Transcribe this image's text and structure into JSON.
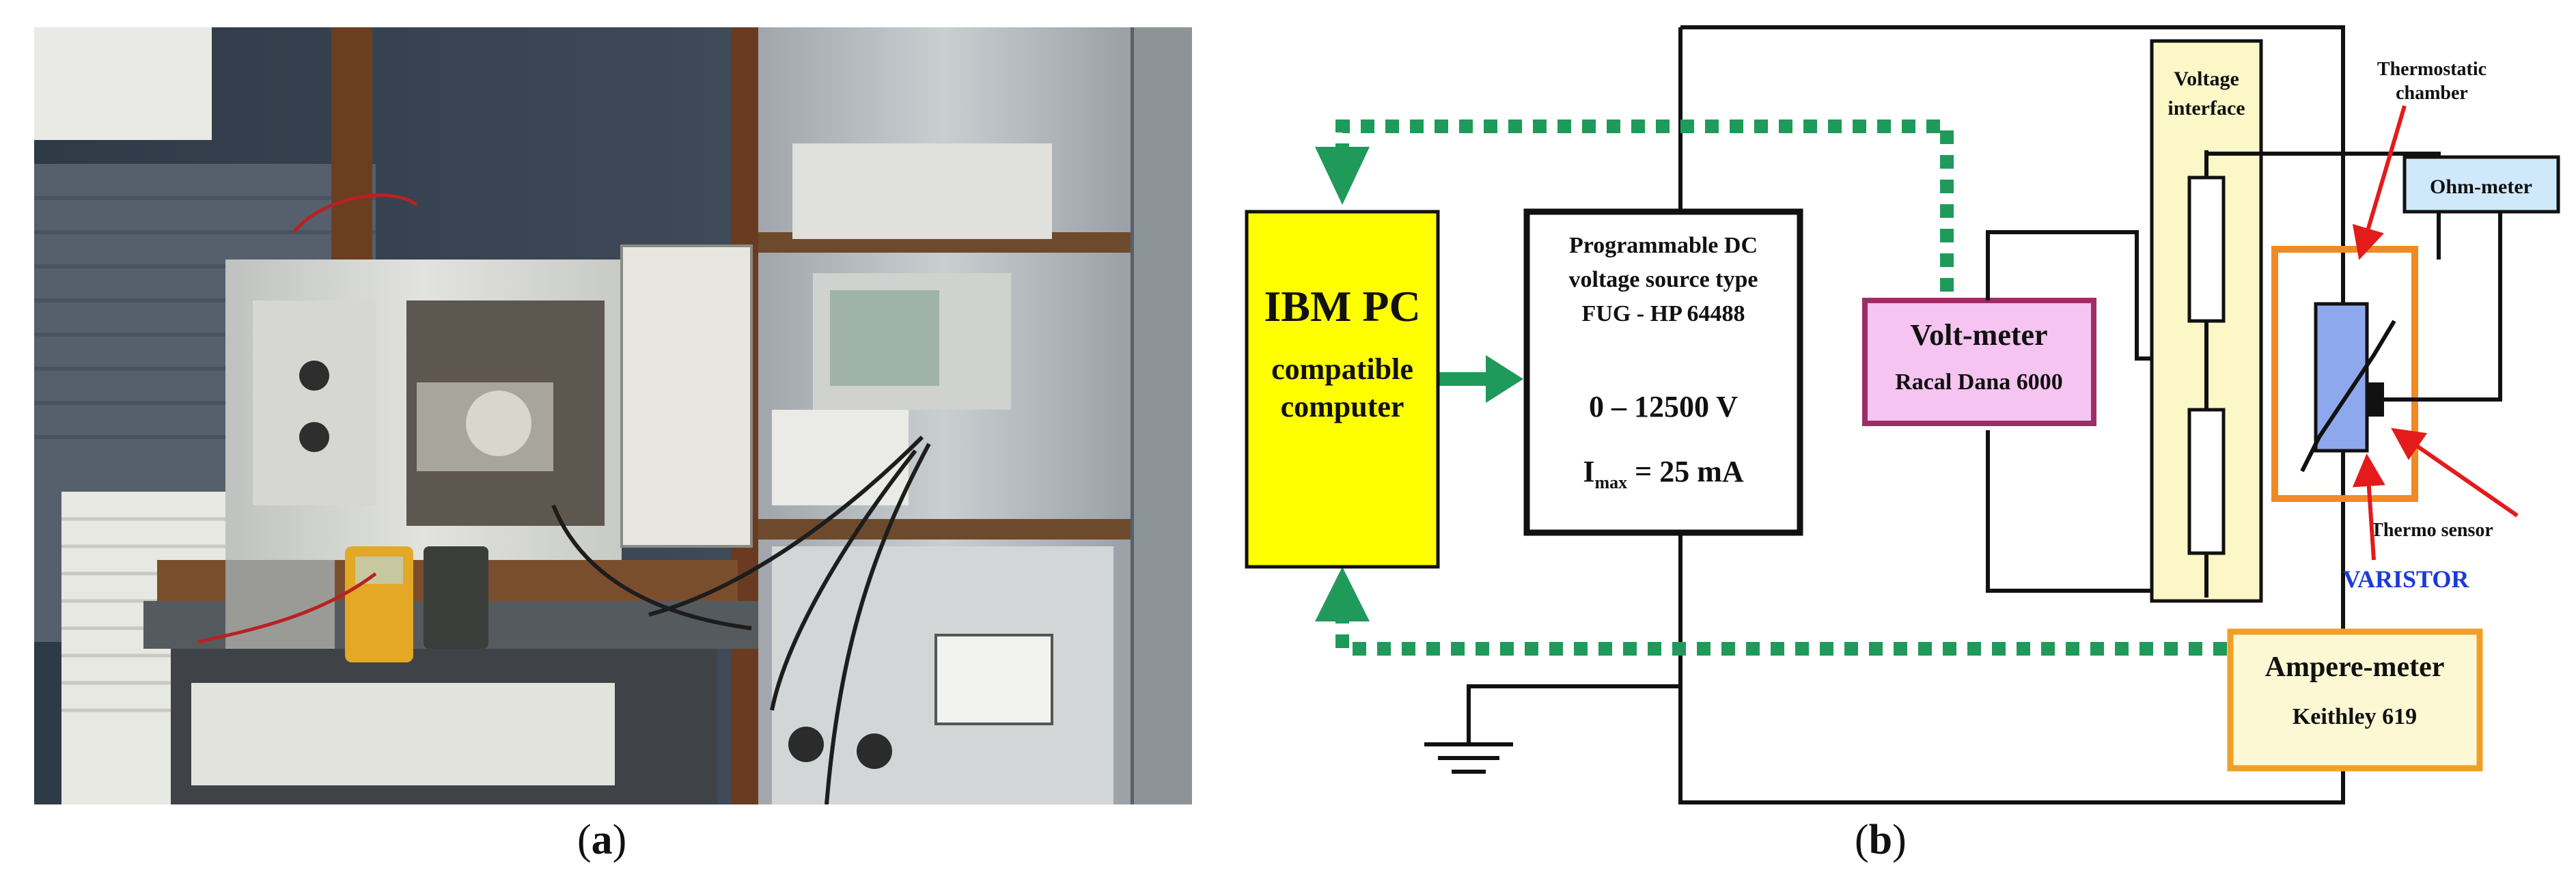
{
  "captions": {
    "a_open": "(",
    "a_letter": "a",
    "a_close": ")",
    "b_open": "(",
    "b_letter": "b",
    "b_close": ")"
  },
  "diagram": {
    "pc": {
      "line1": "IBM PC",
      "line2": "compatible",
      "line3": "computer"
    },
    "source": {
      "line1": "Programmable DC",
      "line2": "voltage source type",
      "line3": "FUG - HP 64488",
      "range": "0 – 12500 V",
      "imax_main": "I",
      "imax_sub": "max",
      "imax_value": " = 25 mA"
    },
    "voltmeter": {
      "title": "Volt-meter",
      "model": "Racal Dana 6000"
    },
    "voltage_interface": {
      "line1": "Voltage",
      "line2": "interface"
    },
    "thermostatic": {
      "line1": "Thermostatic",
      "line2": "chamber"
    },
    "ohmmeter": {
      "label": "Ohm-meter"
    },
    "thermo_sensor": {
      "label": "Thermo sensor"
    },
    "varistor": {
      "label": "VARISTOR"
    },
    "amperemeter": {
      "title": "Ampere-meter",
      "model": "Keithley 619"
    }
  },
  "colors": {
    "pc_fill": "#ffff00",
    "voltmeter_fill": "#f5c4f0",
    "voltmeter_stroke": "#9b2f64",
    "interface_fill": "#fbf7c7",
    "chamber_stroke": "#f08a24",
    "ohmmeter_fill": "#cfe9fb",
    "varistor_fill": "#8ea8ee",
    "varistor_label": "#1b3ad8",
    "amperemeter_fill": "#fcf8d4",
    "amperemeter_stroke": "#f0a028",
    "bus_green": "#1f9a5a",
    "pointer_red": "#e31b1b"
  }
}
